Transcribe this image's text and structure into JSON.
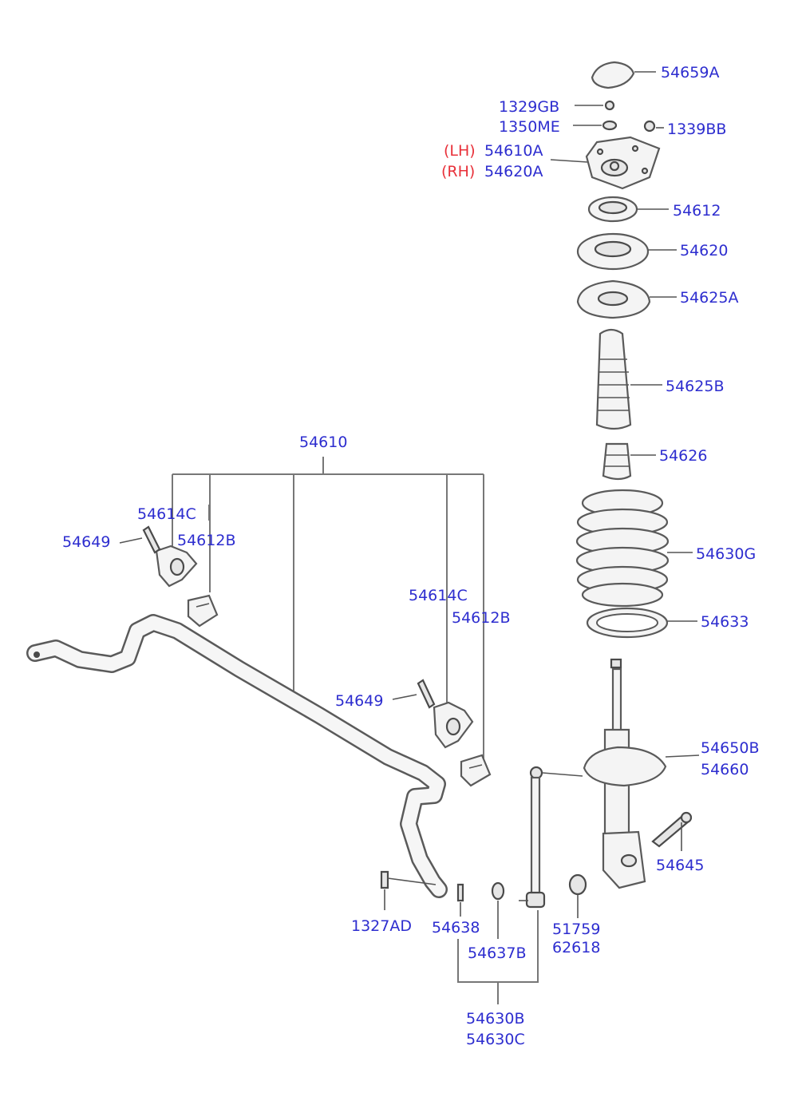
{
  "labels": {
    "cap": "54659A",
    "nut_small": "1329GB",
    "washer": "1350ME",
    "bolt_right": "1339BB",
    "lh_prefix": "(LH)",
    "lh_part": "54610A",
    "rh_prefix": "(RH)",
    "rh_part": "54620A",
    "bearing": "54612",
    "seat_upper": "54620",
    "seat_pad": "54625A",
    "dust_cover": "54625B",
    "bumper": "54626",
    "spring": "54630G",
    "spring_pad": "54633",
    "strut_a": "54650B",
    "strut_b": "54660",
    "bracket_bolt": "54645",
    "nut_b": "51759",
    "nut_c": "62618",
    "stab_bar": "54610",
    "bushing_l": "54614C",
    "clamp_l": "54612B",
    "bolt_l": "54649",
    "bushing_r": "54614C",
    "clamp_r": "54612B",
    "bolt_r": "54649",
    "bolt_bottom": "1327AD",
    "link_nut": "54638",
    "link_wash": "54637B",
    "link_a": "54630B",
    "link_b": "54630C"
  }
}
